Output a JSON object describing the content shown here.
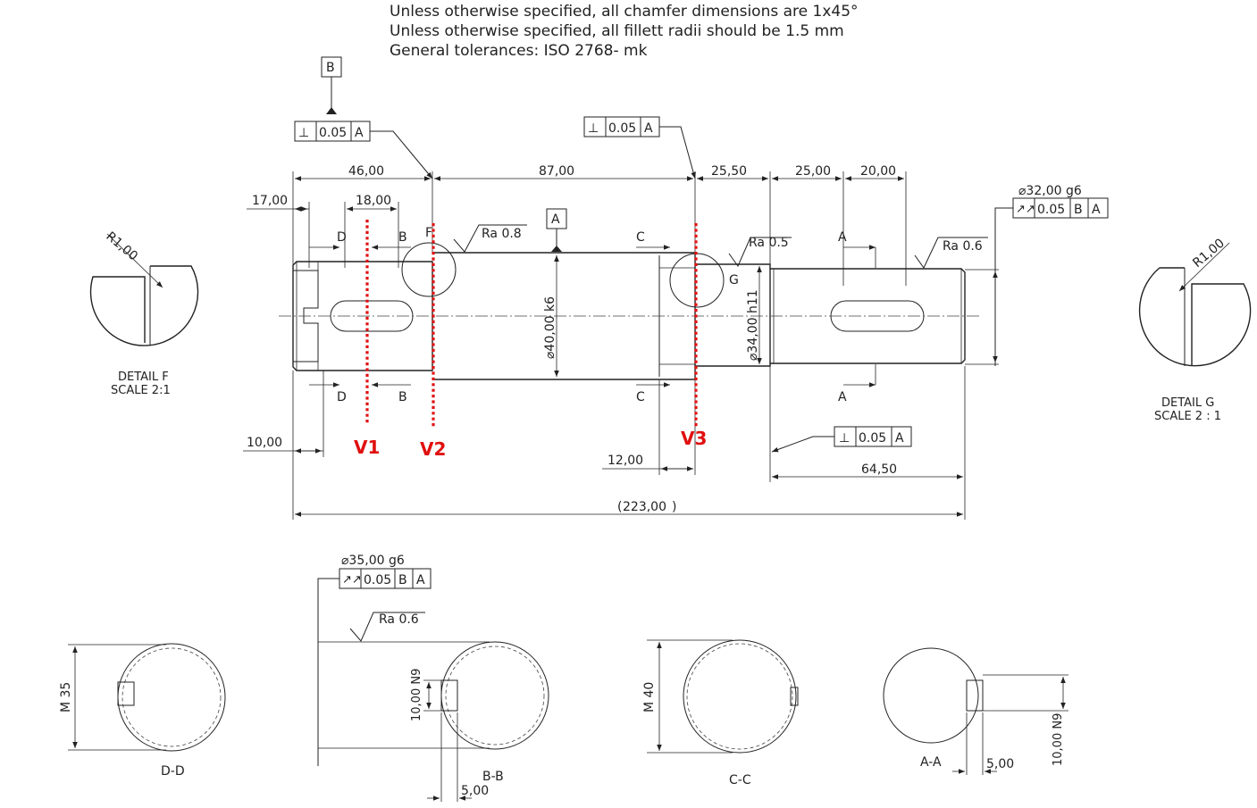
{
  "notes": [
    "Unless otherwise specified, all chamfer dimensions are 1x45°",
    "Unless otherwise specified, all fillett radii should be 1.5 mm",
    "General tolerances: ISO 2768- mk"
  ],
  "datums": {
    "a": "A",
    "b": "B"
  },
  "fcf": {
    "perp_sym": "⊥",
    "runout_sym": "↗↗",
    "left_tol": "0.05",
    "left_ref": "A",
    "mid_tol": "0.05",
    "mid_ref": "A",
    "bottom_tol": "0.05",
    "bottom_ref": "A",
    "right_tol": "0.05",
    "right_ref1": "B",
    "right_ref2": "A",
    "low_tol": "0.05",
    "low_ref1": "B",
    "low_ref2": "A"
  },
  "dims": {
    "d46": "46,00",
    "d87": "87,00",
    "d25_50": "25,50",
    "d25": "25,00",
    "d20": "20,00",
    "d17": "17,00",
    "d18": "18,00",
    "d10": "10,00",
    "d12": "12,00",
    "d64_50": "64,50",
    "d223": "223,00",
    "dia40": "⌀40,00 k6",
    "dia34": "⌀34,00 h11",
    "dia32": "⌀32,00 g6",
    "dia35": "⌀35,00 g6",
    "m35": "M 35",
    "m40": "M 40",
    "n9_b": "10,00 N9",
    "n9_a": "10,00 N9",
    "five_b": "5,00",
    "five_a": "5,00"
  },
  "ra": {
    "r1": "Ra  0.8",
    "r2": "Ra  0.5",
    "r3": "Ra  0.6",
    "r4": "Ra  0.6"
  },
  "section_marks": {
    "d": "D",
    "b": "B",
    "c": "C",
    "a": "A",
    "f": "F",
    "g": "G"
  },
  "details": {
    "f_radius": "R1,00",
    "f_title": "DETAIL F",
    "f_scale": "SCALE 2:1",
    "g_radius": "R1,00",
    "g_title": "DETAIL G",
    "g_scale": "SCALE 2 : 1"
  },
  "sections": {
    "dd": "D-D",
    "bb": "B-B",
    "cc": "C-C",
    "aa": "A-A"
  },
  "markers": [
    {
      "label": "V1"
    },
    {
      "label": "V2"
    },
    {
      "label": "V3"
    }
  ],
  "colors": {
    "marker": "#e01010",
    "line": "#222222"
  }
}
